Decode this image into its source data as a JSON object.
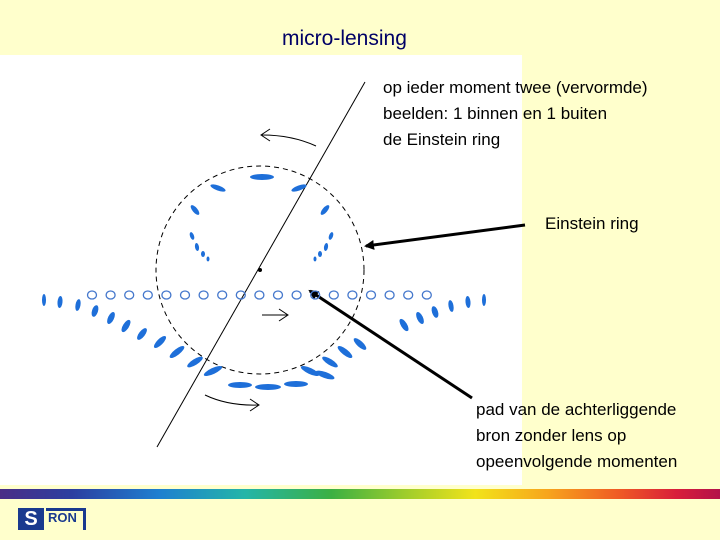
{
  "title": "micro-lensing",
  "annotations": {
    "two_images": [
      "op ieder moment twee (vervormde)",
      "beelden: 1 binnen en 1 buiten",
      "de Einstein ring"
    ],
    "einstein_ring": "Einstein ring",
    "source_path": [
      "pad van de achterliggende",
      "bron zonder lens op",
      "opeenvolgende momenten"
    ]
  },
  "colors": {
    "background": "#FFFFCC",
    "title": "#000066",
    "image_blobs": "#1E6FD9",
    "source_circles": "#4477CC",
    "lines": "#000000"
  },
  "logo": {
    "letter": "S",
    "text": "RON"
  }
}
